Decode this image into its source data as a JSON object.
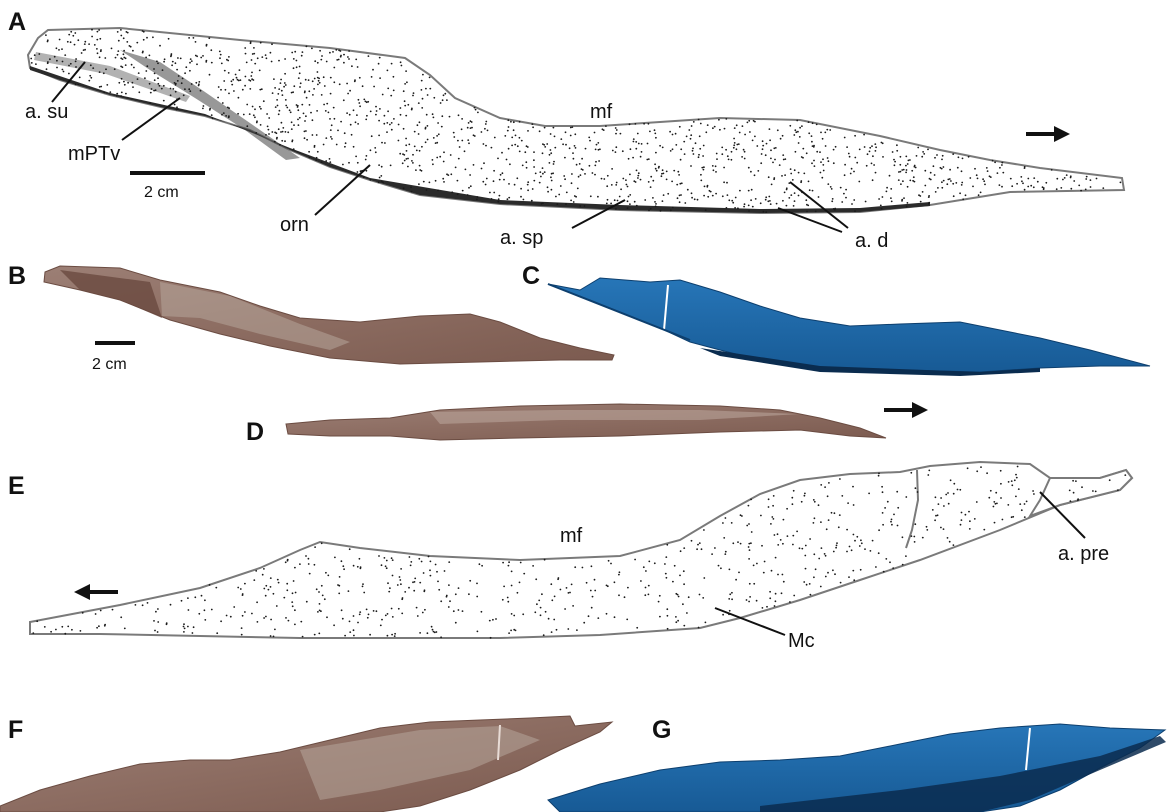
{
  "panels": {
    "A": {
      "letter": "A",
      "labels": {
        "a_su": "a. su",
        "mPTv": "mPTv",
        "mf": "mf",
        "orn": "orn",
        "a_sp": "a. sp",
        "a_d": "a. d"
      },
      "scale_bar": "2 cm"
    },
    "B": {
      "letter": "B",
      "scale_bar": "2 cm"
    },
    "C": {
      "letter": "C"
    },
    "D": {
      "letter": "D"
    },
    "E": {
      "letter": "E",
      "labels": {
        "mf": "mf",
        "a_pre": "a. pre",
        "Mc": "Mc"
      }
    },
    "F": {
      "letter": "F"
    },
    "G": {
      "letter": "G"
    }
  },
  "colors": {
    "outline": "#7a7a7a",
    "stipple": "#1a1a1a",
    "bone_photo": "#8e6d62",
    "bone_photo_light": "#a9958a",
    "scan_blue": "#1f66a4",
    "scan_blue_dark": "#0d3f6e"
  }
}
